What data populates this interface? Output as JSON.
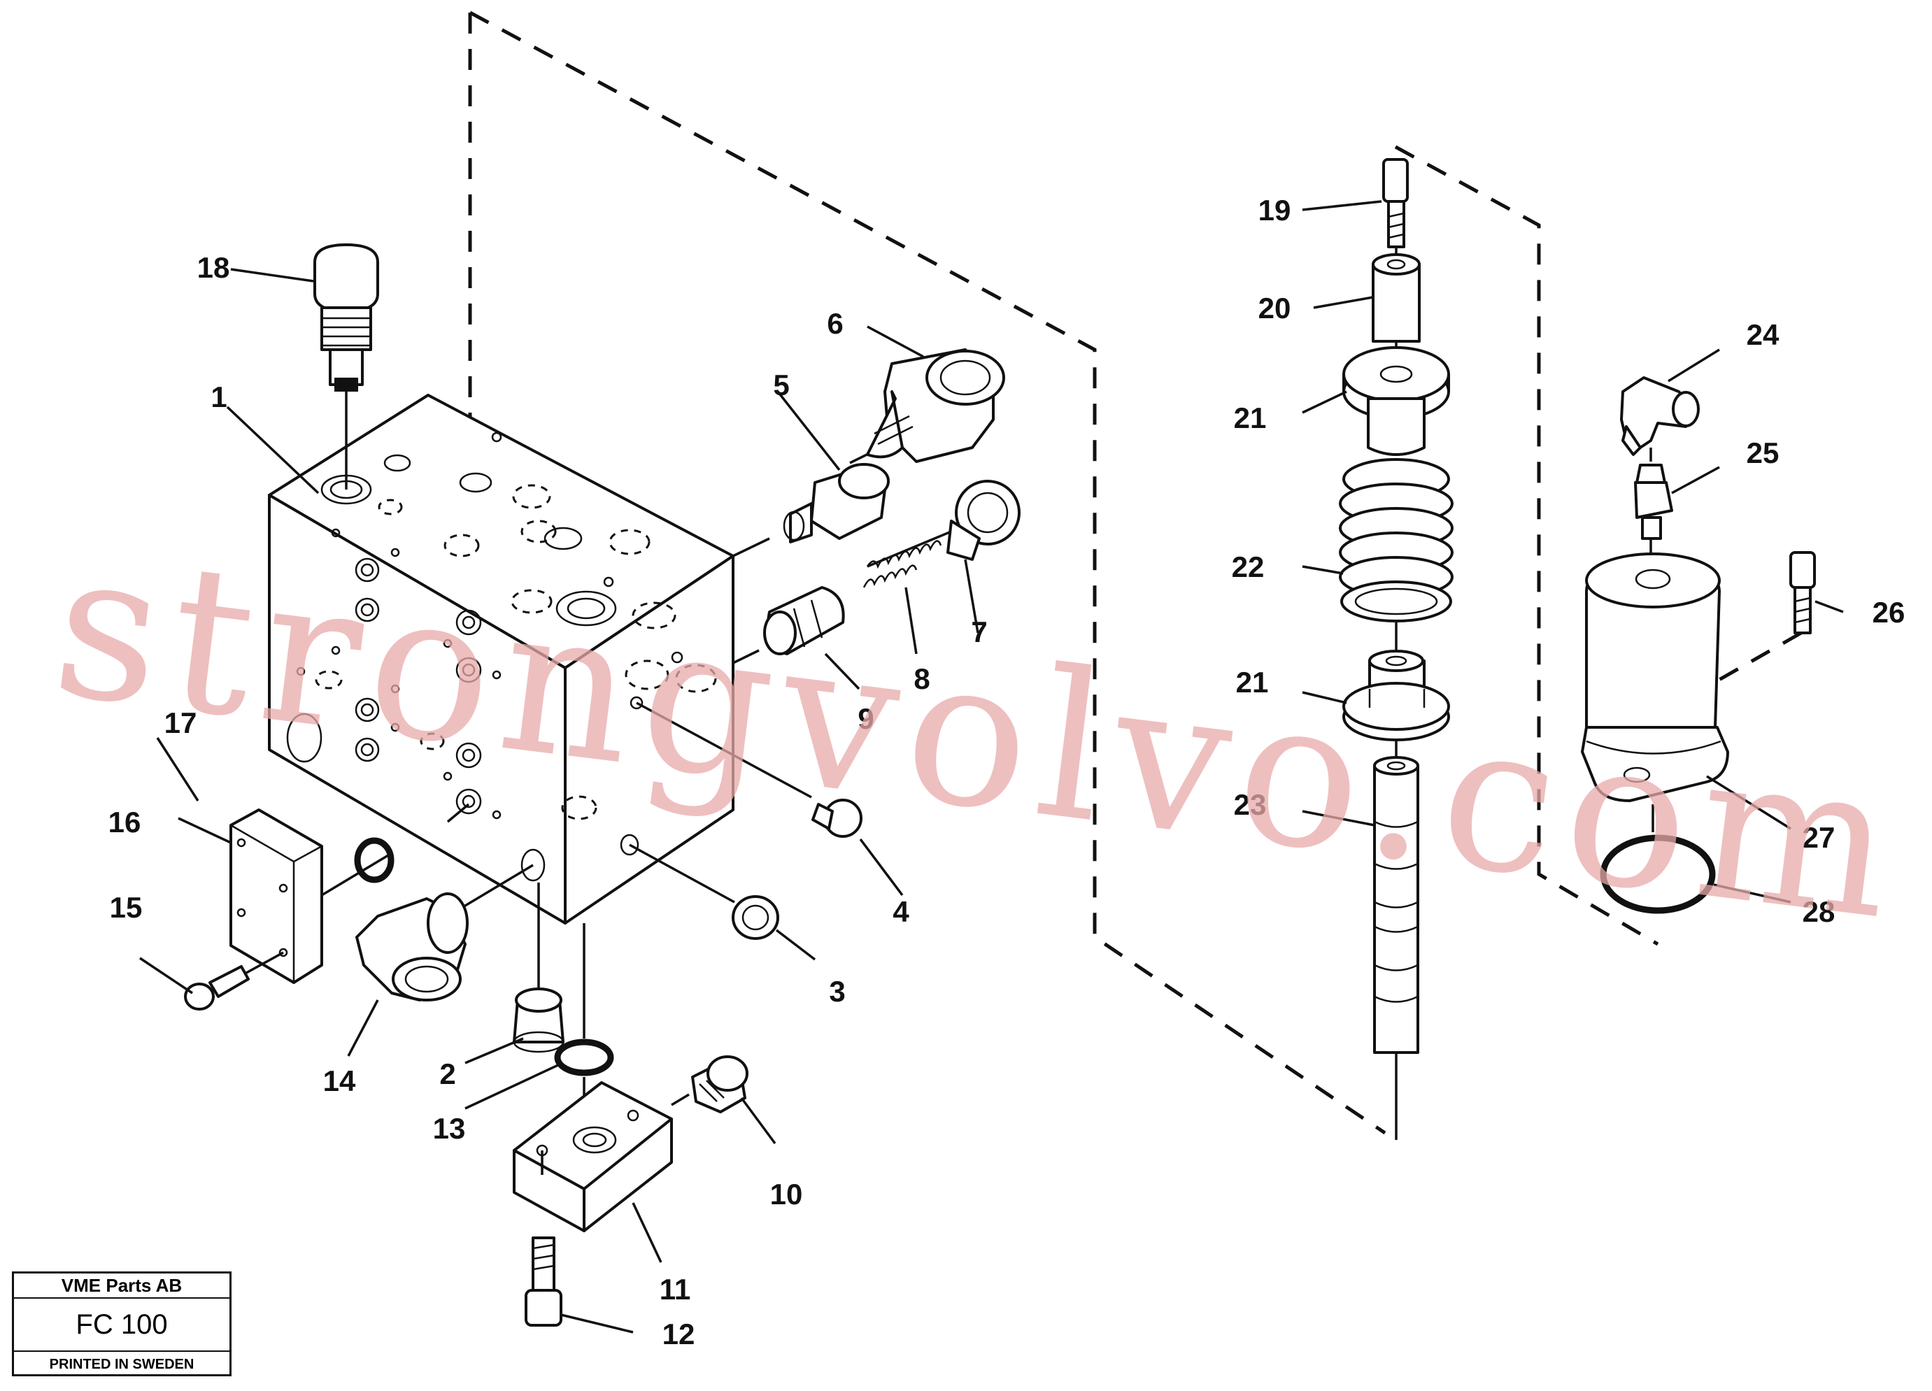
{
  "watermark": "strongvolvo.com",
  "title_block": {
    "company": "VME Parts AB",
    "code": "FC 100",
    "printed": "PRINTED IN SWEDEN"
  },
  "callouts": {
    "c1": "1",
    "c2": "2",
    "c3": "3",
    "c4": "4",
    "c5": "5",
    "c6": "6",
    "c7": "7",
    "c8": "8",
    "c9": "9",
    "c10": "10",
    "c11": "11",
    "c12": "12",
    "c13": "13",
    "c14": "14",
    "c15": "15",
    "c16": "16",
    "c17": "17",
    "c18": "18",
    "c19": "19",
    "c20": "20",
    "c21a": "21",
    "c21b": "21",
    "c22": "22",
    "c23": "23",
    "c24": "24",
    "c25": "25",
    "c26": "26",
    "c27": "27",
    "c28": "28"
  },
  "colors": {
    "line": "#111111",
    "watermark": "#e8a9a9",
    "background": "#ffffff"
  }
}
